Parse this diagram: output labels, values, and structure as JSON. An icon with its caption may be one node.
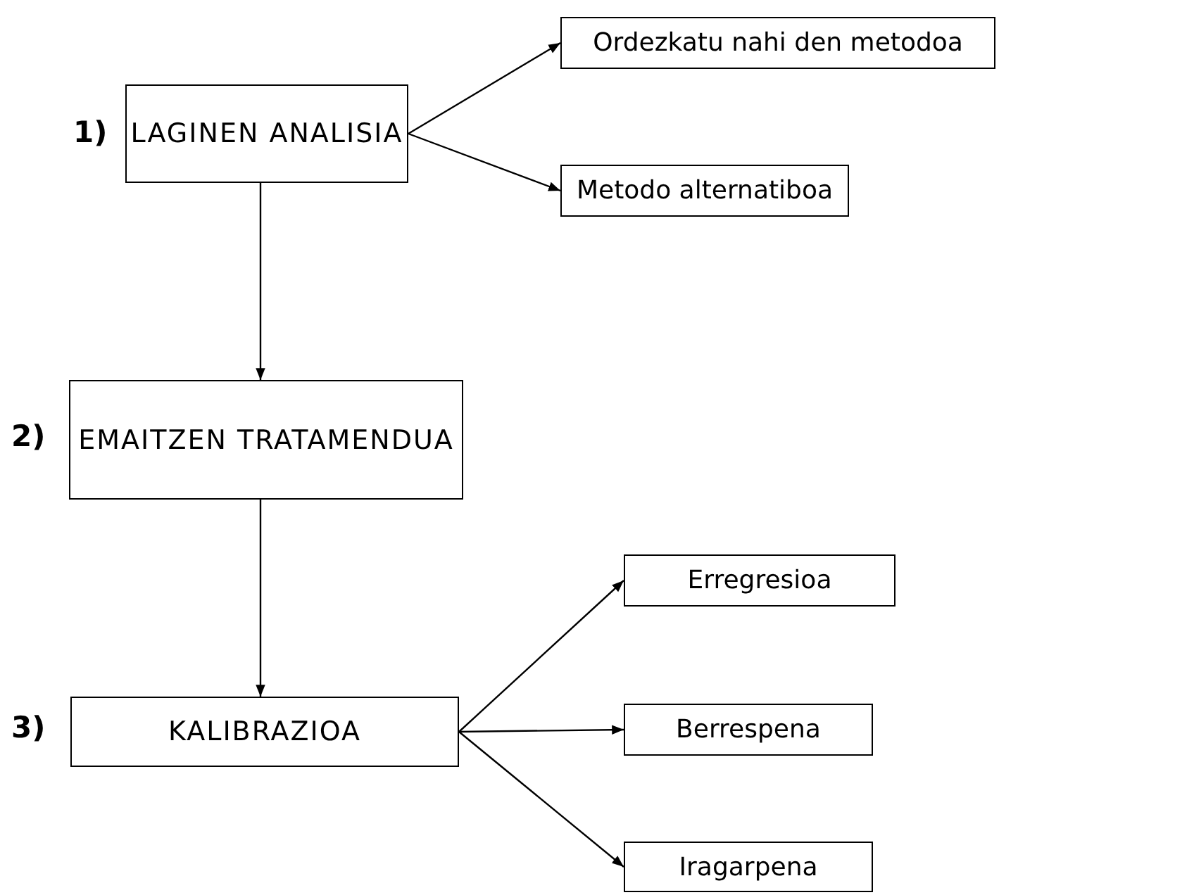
{
  "diagram": {
    "nodes": [
      {
        "text": [
          "LAGINEN ANALISIA"
        ],
        "beside": [
          "1)"
        ]
      },
      {
        "text": [
          "Ordezkatu nahi den metodoa"
        ]
      },
      {
        "text": [
          "Metodo alternatiboa"
        ]
      },
      {
        "text": [
          "EMAITZEN TRATAMENDUA"
        ],
        "beside": [
          "2)"
        ]
      },
      {
        "text": [
          "KALIBRAZIOA"
        ],
        "beside": [
          "3)"
        ]
      },
      {
        "text": [
          "Erregresioa"
        ]
      },
      {
        "text": [
          "Berrespena"
        ]
      },
      {
        "text": [
          "Iragarpena"
        ]
      }
    ],
    "edges": [
      {
        "from": 0,
        "to": 1,
        "arrow": "to"
      },
      {
        "from": 0,
        "to": 2,
        "arrow": "to"
      },
      {
        "from": 0,
        "to": 3,
        "arrow": "to"
      },
      {
        "from": 3,
        "to": 4,
        "arrow": "to"
      },
      {
        "from": 4,
        "to": 5,
        "arrow": "to"
      },
      {
        "from": 4,
        "to": 6,
        "arrow": "to"
      },
      {
        "from": 4,
        "to": 7,
        "arrow": "to"
      }
    ]
  }
}
